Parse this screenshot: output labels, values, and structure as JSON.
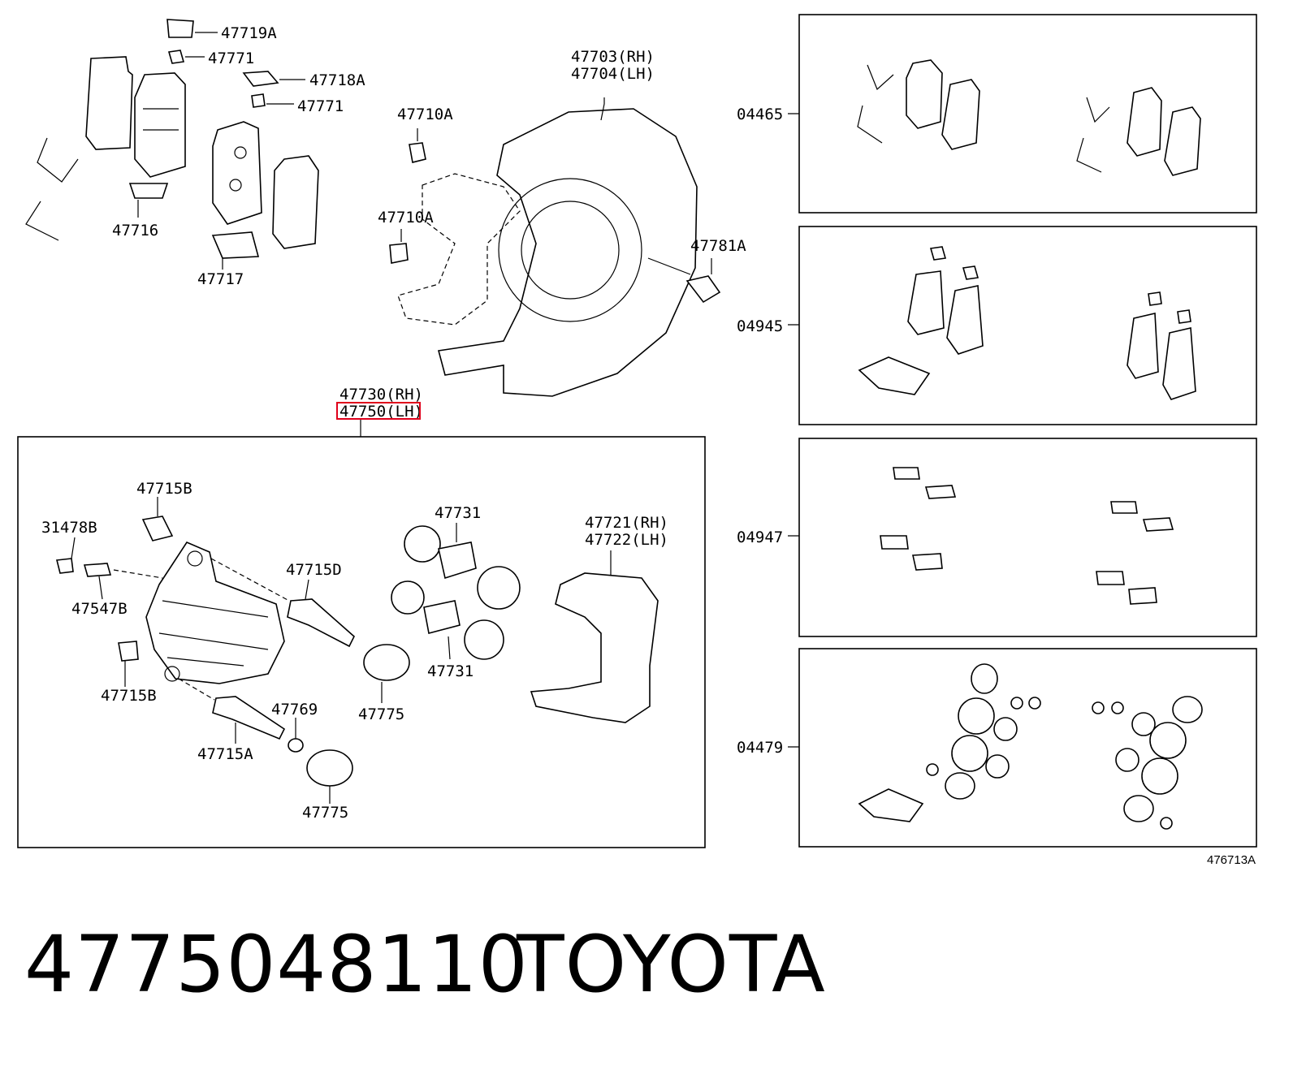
{
  "labels": {
    "p47719A": "47719A",
    "p47771a": "47771",
    "p47718A": "47718A",
    "p47771b": "47771",
    "p47716": "47716",
    "p47717": "47717",
    "p47703": "47703(RH)",
    "p47704": "47704(LH)",
    "p47710Aa": "47710A",
    "p47710Ab": "47710A",
    "p47781A": "47781A",
    "p47730": "47730(RH)",
    "p47750": "47750(LH)",
    "p47715Ba": "47715B",
    "p31478B": "31478B",
    "p47547B": "47547B",
    "p47731a": "47731",
    "p47721": "47721(RH)",
    "p47722": "47722(LH)",
    "p47715D": "47715D",
    "p47731b": "47731",
    "p47715Bb": "47715B",
    "p47769": "47769",
    "p47775a": "47775",
    "p47715A": "47715A",
    "p47775b": "47775",
    "k04465": "04465",
    "k04945": "04945",
    "k04947": "04947",
    "k04479": "04479"
  },
  "diagram_ref": "476713A",
  "part_number": "4775048110",
  "brand": "TOYOTA",
  "highlight_color": "#e0001b"
}
